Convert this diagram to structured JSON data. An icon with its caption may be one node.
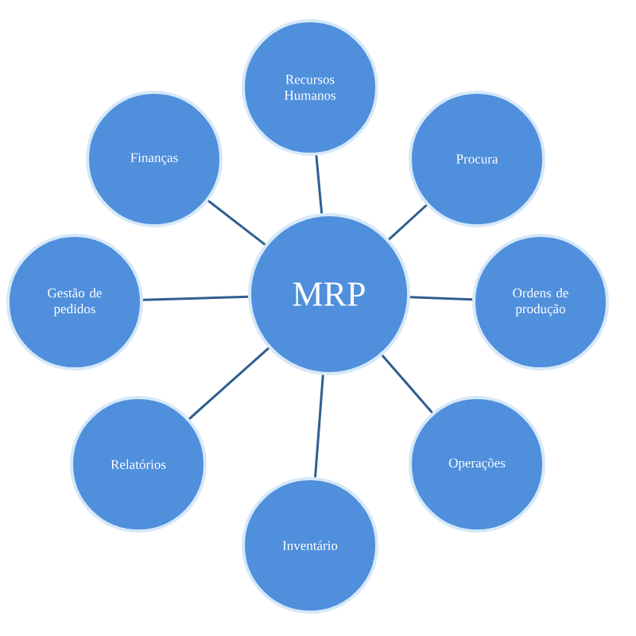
{
  "diagram": {
    "nodes": [
      {
        "text": [
          "MRP"
        ]
      },
      {
        "text": [
          "Recursos Humanos"
        ]
      },
      {
        "text": [
          "Procura"
        ]
      },
      {
        "text": [
          "Ordens de produção"
        ]
      },
      {
        "text": [
          "Operações"
        ]
      },
      {
        "text": [
          "Inventário"
        ]
      },
      {
        "text": [
          "Relatórios"
        ]
      },
      {
        "text": [
          "Gestão de pedidos"
        ]
      },
      {
        "text": [
          "Finanças"
        ]
      }
    ],
    "edges": [
      {
        "from": 0,
        "to": 1,
        "arrow": "none"
      },
      {
        "from": 0,
        "to": 2,
        "arrow": "none"
      },
      {
        "from": 0,
        "to": 3,
        "arrow": "none"
      },
      {
        "from": 0,
        "to": 4,
        "arrow": "none"
      },
      {
        "from": 0,
        "to": 5,
        "arrow": "none"
      },
      {
        "from": 0,
        "to": 6,
        "arrow": "none"
      },
      {
        "from": 0,
        "to": 7,
        "arrow": "none"
      },
      {
        "from": 0,
        "to": 8,
        "arrow": "none"
      }
    ]
  }
}
